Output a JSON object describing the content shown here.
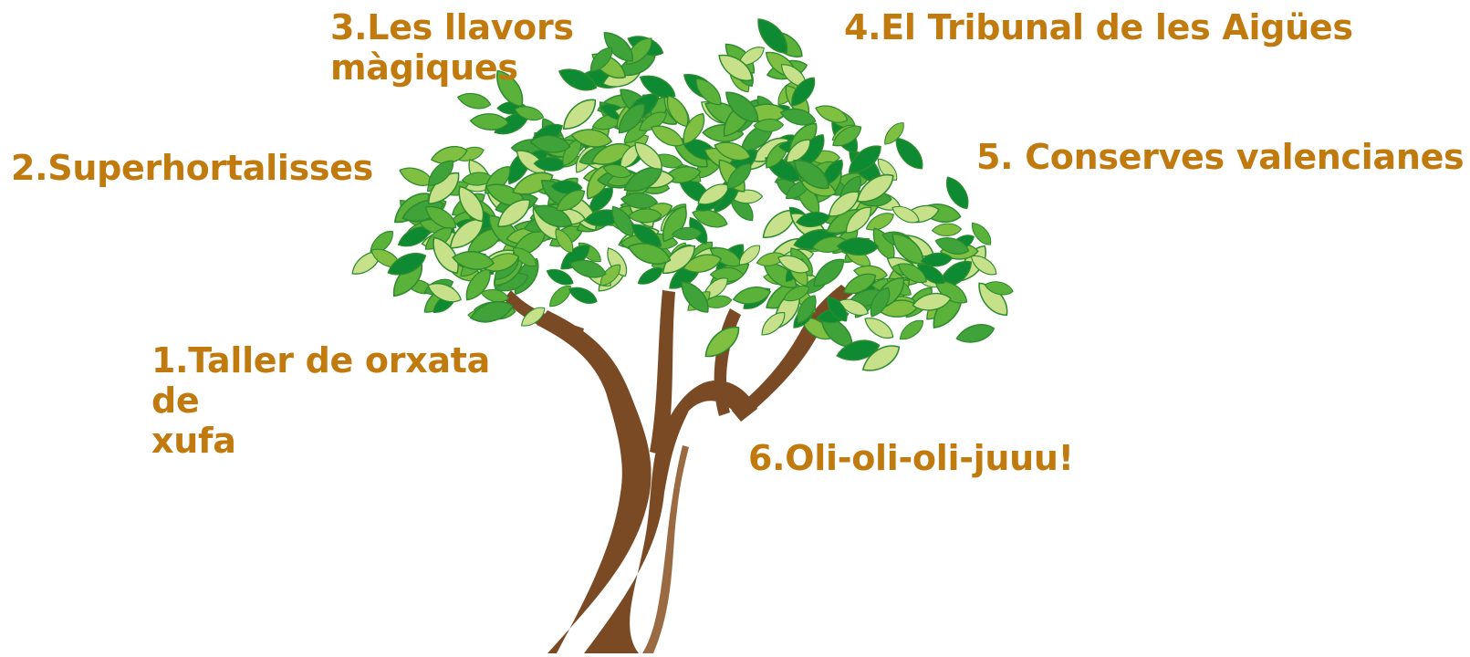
{
  "colors": {
    "label": "#C07A0E",
    "trunk": "#7A4A25",
    "trunk_highlight": "#9A6A43",
    "leaf_dark": "#0E8A32",
    "leaf_mid": "#5BB23A",
    "leaf_light": "#C7E08A",
    "leaf_outline": "#2E8B2E"
  },
  "illustration": {
    "icon": "tree-icon"
  },
  "labels": [
    {
      "text": "1.Taller de orxata de\nxufa"
    },
    {
      "text": "2.Superhortalisses"
    },
    {
      "text": "3.Les llavors\nmàgiques"
    },
    {
      "text": "4.El Tribunal de les Aigües"
    },
    {
      "text": "5. Conserves valencianes"
    },
    {
      "text": "6.Oli-oli-oli-juuu!"
    }
  ]
}
